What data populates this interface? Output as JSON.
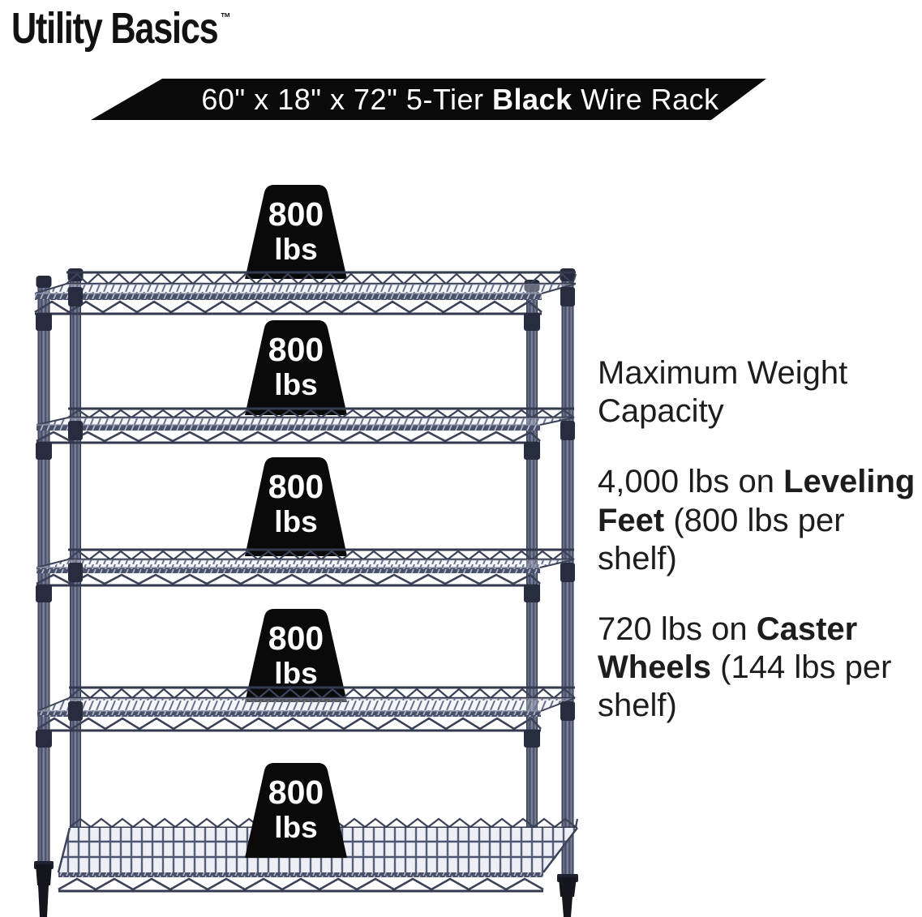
{
  "brand": {
    "name": "Utility Basics",
    "trademark": "™"
  },
  "banner": {
    "size_text": "60\" x 18\" x 72\" 5-Tier ",
    "color_text": "Black",
    "product_text": " Wire Rack"
  },
  "rack": {
    "tier_count": 5,
    "shelf_weights": [
      {
        "value": "800",
        "unit": "lbs"
      },
      {
        "value": "800",
        "unit": "lbs"
      },
      {
        "value": "800",
        "unit": "lbs"
      },
      {
        "value": "800",
        "unit": "lbs"
      },
      {
        "value": "800",
        "unit": "lbs"
      }
    ]
  },
  "info": {
    "heading": "Maximum Weight Capacity",
    "specs": [
      {
        "pre": "4,000 lbs on ",
        "bold": "Leveling Feet",
        "post": " (800 lbs per shelf)"
      },
      {
        "pre": "720 lbs on ",
        "bold": "Caster Wheels",
        "post": " (144 lbs per shelf)"
      }
    ]
  },
  "colors": {
    "banner_black": "#0a0a0a",
    "weight_marker_black": "#0a0a0a",
    "rack_metal": "#3e455c",
    "rack_wire": "#3c4359",
    "text": "#1d1d1d"
  }
}
